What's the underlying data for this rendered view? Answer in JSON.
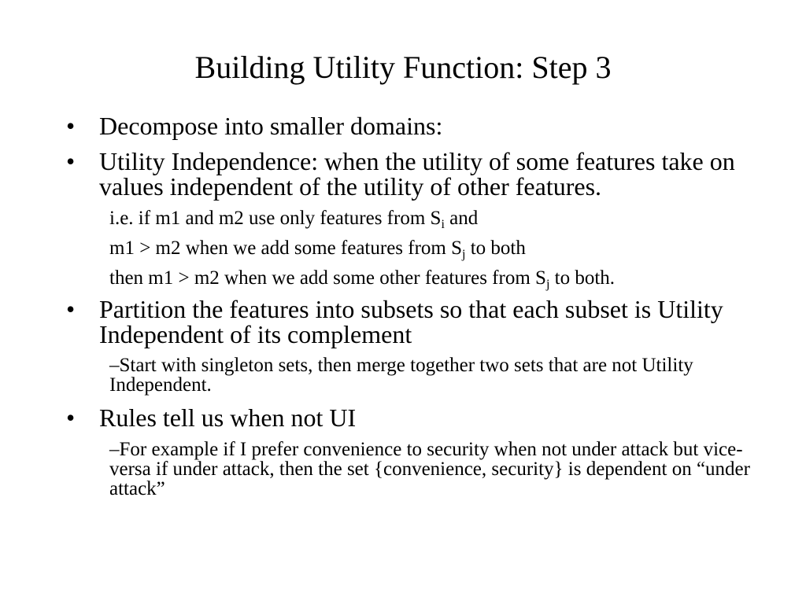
{
  "slide": {
    "title": "Building Utility Function: Step 3",
    "bullet_symbol": "•",
    "bullets": [
      {
        "text": "Decompose into smaller domains:"
      },
      {
        "text": "Utility Independence: when the utility of some features take on values independent of the utility of other features.",
        "sub": [
          {
            "pre": "i.e. if m1 and m2 use only features from S",
            "subscript": "i",
            "post": " and"
          },
          {
            "pre": "m1 > m2 when we add some features from S",
            "subscript": "j",
            "post": " to both"
          },
          {
            "pre": "then m1 > m2 when we add some other features from S",
            "subscript": "j",
            "post": " to both."
          }
        ]
      },
      {
        "text": "Partition the features into subsets so that each subset is Utility Independent of its complement",
        "sub": [
          {
            "text": "–Start with singleton sets, then merge together two sets that are not Utility Independent."
          }
        ]
      },
      {
        "text": "Rules tell us when not UI",
        "sub": [
          {
            "text": "–For example if I prefer convenience to security when not under attack but vice-versa if under attack, then the set {convenience, security} is dependent on “under attack”"
          }
        ]
      }
    ]
  }
}
